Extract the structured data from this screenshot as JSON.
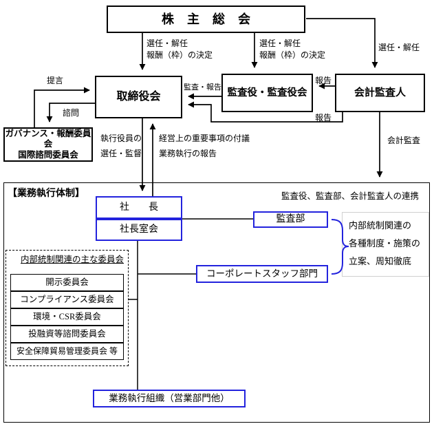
{
  "diagram": {
    "colors": {
      "accent_blue": "#2222dd",
      "line_black": "#000000"
    },
    "boxes": {
      "shareholders": "株 主 総 会",
      "board": "取締役会",
      "auditors": "監査役・監査役会",
      "accounting_auditor": "会計監査人",
      "governance_committee_line1": "ガバナンス・報酬委員会",
      "governance_committee_line2": "国際諮問委員会",
      "president": "社　　長",
      "president_office": "社長室会",
      "audit_dept": "監査部",
      "corporate_staff": "コーポレートスタッフ部門",
      "business_org": "業務執行組織（営業部門他）"
    },
    "frame_label": "【業務執行体制】",
    "edge_labels": {
      "elect_dismiss_1": "選任・解任",
      "compensation_1": "報酬（枠）の決定",
      "elect_dismiss_2": "選任・解任",
      "compensation_2": "報酬（枠）の決定",
      "elect_dismiss_3": "選任・解任",
      "proposal": "提言",
      "consultation": "諮問",
      "audit_report": "監査・報告",
      "report_top": "報告",
      "report_bottom": "報告",
      "officer_line1": "執行役員の",
      "officer_line2": "選任・監督",
      "management_line1": "経営上の重要事項の付議",
      "management_line2": "業務執行の報告",
      "accounting_audit": "会計監査"
    },
    "notes": {
      "cooperation": "監査役、監査部、会計監査人の連携",
      "internal_control_line1": "内部統制関連の",
      "internal_control_line2": "各種制度・施策の",
      "internal_control_line3": "立案、周知徹底"
    },
    "committees": {
      "title": "内部統制関連の主な委員会",
      "items": [
        "開示委員会",
        "コンプライアンス委員会",
        "環境・CSR委員会",
        "投融資等諮問委員会",
        "安全保障貿易管理委員会 等"
      ]
    }
  }
}
